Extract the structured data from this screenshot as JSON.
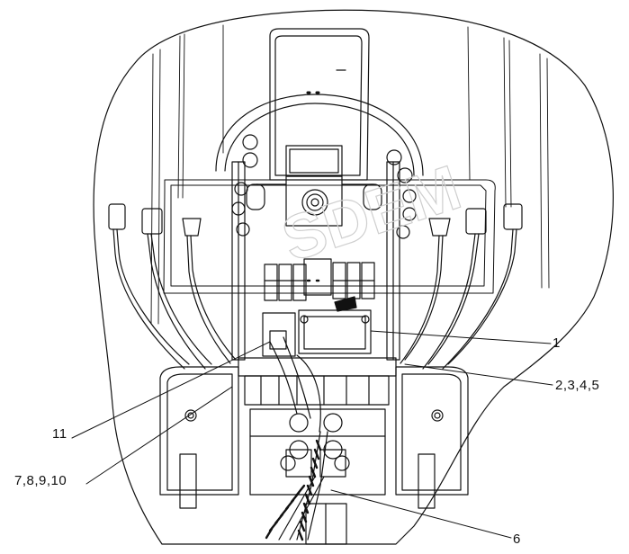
{
  "callouts": {
    "c1": "1",
    "c2": "2,3,4,5",
    "c6": "6",
    "c7": "7,8,9,10",
    "c11": "11"
  },
  "watermark_text": "SDEM",
  "colors": {
    "line": "#111111",
    "background": "#ffffff"
  }
}
